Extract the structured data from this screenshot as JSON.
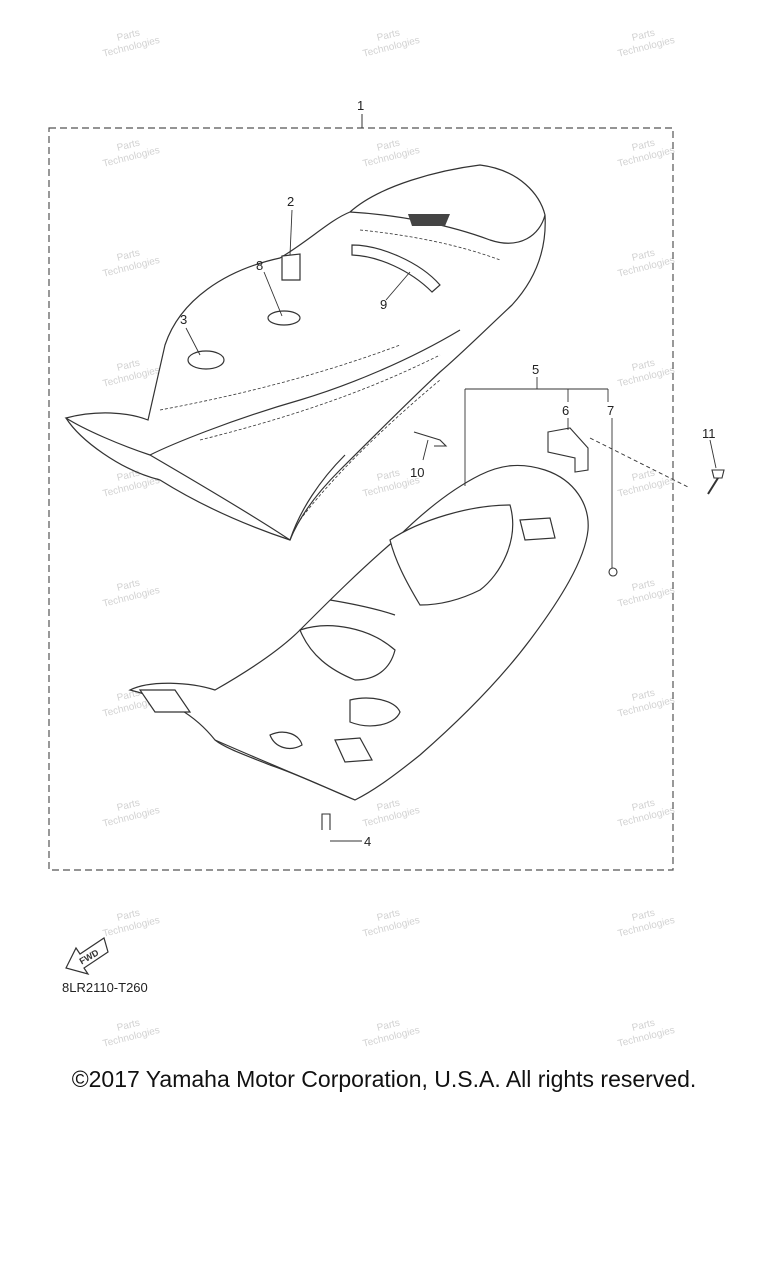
{
  "callouts": [
    "1",
    "2",
    "3",
    "4",
    "5",
    "6",
    "7",
    "8",
    "9",
    "10",
    "11"
  ],
  "diagram_code": "8LR2110-T260",
  "fwd_label": "FWD",
  "copyright": "©2017 Yamaha Motor Corporation, U.S.A. All rights reserved.",
  "watermark": {
    "line1": "Parts",
    "line2": "Technologies"
  },
  "colors": {
    "line": "#333333",
    "dash": "#555555",
    "watermark": "#d2d2d2"
  }
}
